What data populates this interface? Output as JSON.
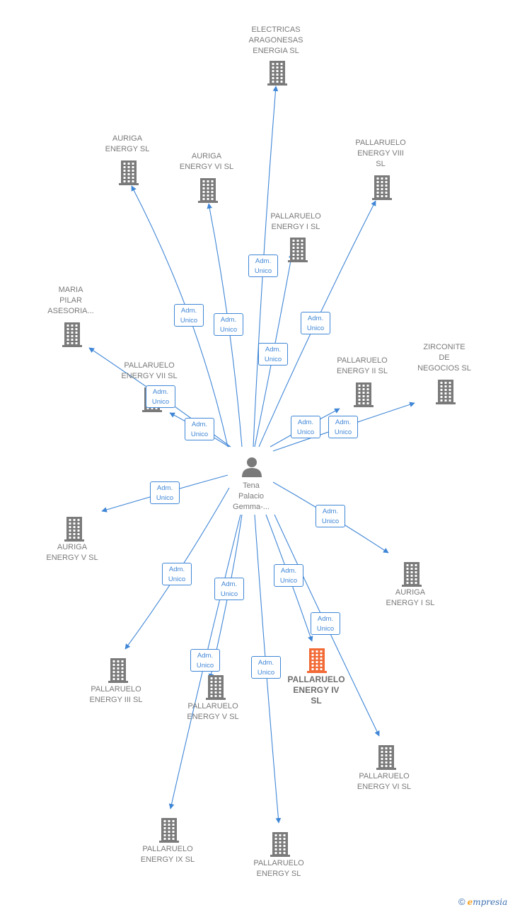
{
  "person": {
    "name": "Tena\nPalacio\nGemma-...",
    "icon": "person-icon"
  },
  "badge_text": "Adm.\nUnico",
  "colors": {
    "edge": "#3f86d6",
    "company": "#7a7a7a",
    "highlight": "#f26a36"
  },
  "companies": [
    {
      "id": "electricas",
      "label": "ELECTRICAS\nARAGONESAS\nENERGIA  SL",
      "icon": "building-icon"
    },
    {
      "id": "auriga",
      "label": "AURIGA\nENERGY  SL",
      "icon": "building-icon"
    },
    {
      "id": "auriga-vi",
      "label": "AURIGA\nENERGY VI  SL",
      "icon": "building-icon"
    },
    {
      "id": "pallaruelo-viii",
      "label": "PALLARUELO\nENERGY VIII\nSL",
      "icon": "building-icon"
    },
    {
      "id": "pallaruelo-i",
      "label": "PALLARUELO\nENERGY I  SL",
      "icon": "building-icon"
    },
    {
      "id": "maria-pilar",
      "label": "MARIA\nPILAR\nASESORIA...",
      "icon": "building-icon"
    },
    {
      "id": "pallaruelo-vii",
      "label": "PALLARUELO\nENERGY VII  SL",
      "icon": "building-icon"
    },
    {
      "id": "pallaruelo-ii",
      "label": "PALLARUELO\nENERGY II  SL",
      "icon": "building-icon"
    },
    {
      "id": "zirconite",
      "label": "ZIRCONITE\nDE\nNEGOCIOS  SL",
      "icon": "building-icon"
    },
    {
      "id": "auriga-v",
      "label": "AURIGA\nENERGY V  SL",
      "icon": "building-icon"
    },
    {
      "id": "auriga-i",
      "label": "AURIGA\nENERGY I  SL",
      "icon": "building-icon"
    },
    {
      "id": "pallaruelo-iii",
      "label": "PALLARUELO\nENERGY III  SL",
      "icon": "building-icon"
    },
    {
      "id": "pallaruelo-v",
      "label": "PALLARUELO\nENERGY V  SL",
      "icon": "building-icon"
    },
    {
      "id": "pallaruelo-iv",
      "label": "PALLARUELO\nENERGY IV\nSL",
      "icon": "building-icon",
      "highlight": true
    },
    {
      "id": "pallaruelo-vi",
      "label": "PALLARUELO\nENERGY VI  SL",
      "icon": "building-icon"
    },
    {
      "id": "pallaruelo-ix",
      "label": "PALLARUELO\nENERGY IX  SL",
      "icon": "building-icon"
    },
    {
      "id": "pallaruelo",
      "label": "PALLARUELO\nENERGY  SL",
      "icon": "building-icon"
    }
  ],
  "footer": {
    "copyright": "©",
    "brand_initial": "e",
    "brand_rest": "mpresia"
  }
}
